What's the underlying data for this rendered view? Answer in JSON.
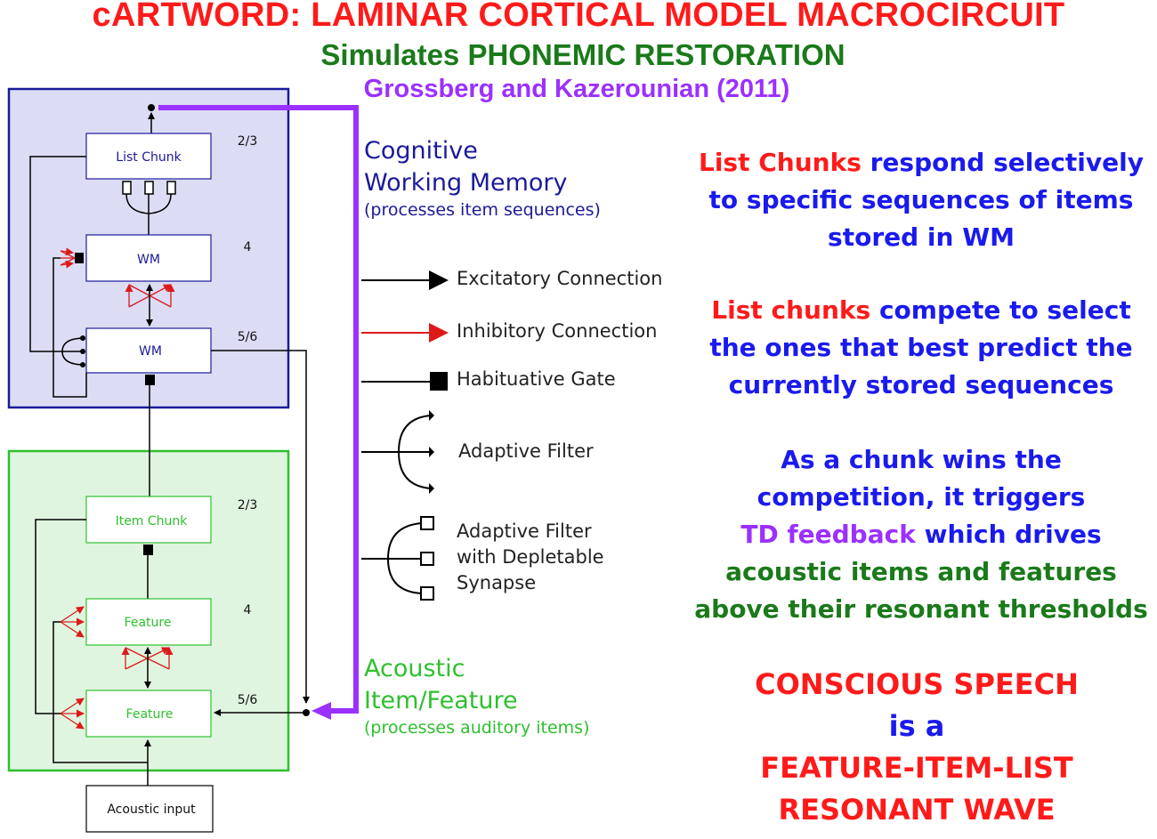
{
  "title": "cARTWORD: LAMINAR CORTICAL MODEL MACROCIRCUIT",
  "subtitle": "Simulates PHONEMIC RESTORATION",
  "authors": "Grossberg and Kazerounian (2011)",
  "diagram": {
    "wm_box": {
      "list_chunk": "List Chunk",
      "wm_upper": "WM",
      "wm_lower": "WM",
      "layer_23": "2/3",
      "layer_4": "4",
      "layer_56": "5/6"
    },
    "feature_box": {
      "item_chunk": "Item Chunk",
      "feature_upper": "Feature",
      "feature_lower": "Feature",
      "layer_23": "2/3",
      "layer_4": "4",
      "layer_56": "5/6"
    },
    "acoustic_input": "Acoustic input"
  },
  "labels": {
    "cognitive_1": "Cognitive",
    "cognitive_2": "Working Memory",
    "cognitive_sub": "(processes item sequences)",
    "acoustic_1": "Acoustic",
    "acoustic_2": "Item/Feature",
    "acoustic_sub": "(processes auditory items)"
  },
  "legend": {
    "excitatory": "Excitatory Connection",
    "inhibitory": "Inhibitory Connection",
    "habituative": "Habituative Gate",
    "adaptive": "Adaptive Filter",
    "depletable_1": "Adaptive Filter",
    "depletable_2": "with Depletable",
    "depletable_3": "Synapse"
  },
  "right_text": {
    "p1_red": "List Chunks",
    "p1_rest_a": " respond selectively",
    "p1_line2": "to specific sequences of items",
    "p1_line3": "stored in WM",
    "p2_red": "List chunks",
    "p2_rest_a": " compete to select",
    "p2_line2": "the ones that best predict the",
    "p2_line3": "currently stored sequences",
    "p3_line1": "As a chunk wins the",
    "p3_line2": "competition, it triggers",
    "p3_purple": "TD feedback",
    "p3_rest": " which drives",
    "p3_line4": "acoustic items and features",
    "p3_line5": "above their resonant thresholds",
    "conclusion_1": "CONSCIOUS SPEECH",
    "conclusion_2": "is a",
    "conclusion_3": "FEATURE-ITEM-LIST",
    "conclusion_4": "RESONANT WAVE"
  },
  "colors": {
    "title": "#ff1a1a",
    "subtitle": "#1a7a1a",
    "authors": "#9b30ff",
    "wm_box_fill": "#dcdcf5",
    "wm_box_border": "#1a1a9a",
    "feature_box_fill": "#e0f5e0",
    "feature_box_border": "#2ec02e",
    "td_feedback": "#9b30ff",
    "inhibitory": "#dd1a1a"
  }
}
